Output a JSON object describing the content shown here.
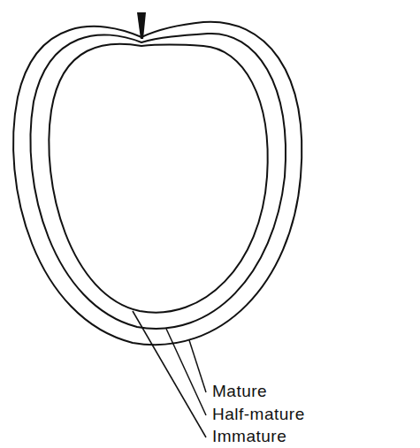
{
  "diagram": {
    "labels": [
      "Mature",
      "Half-mature",
      "Immature"
    ]
  }
}
